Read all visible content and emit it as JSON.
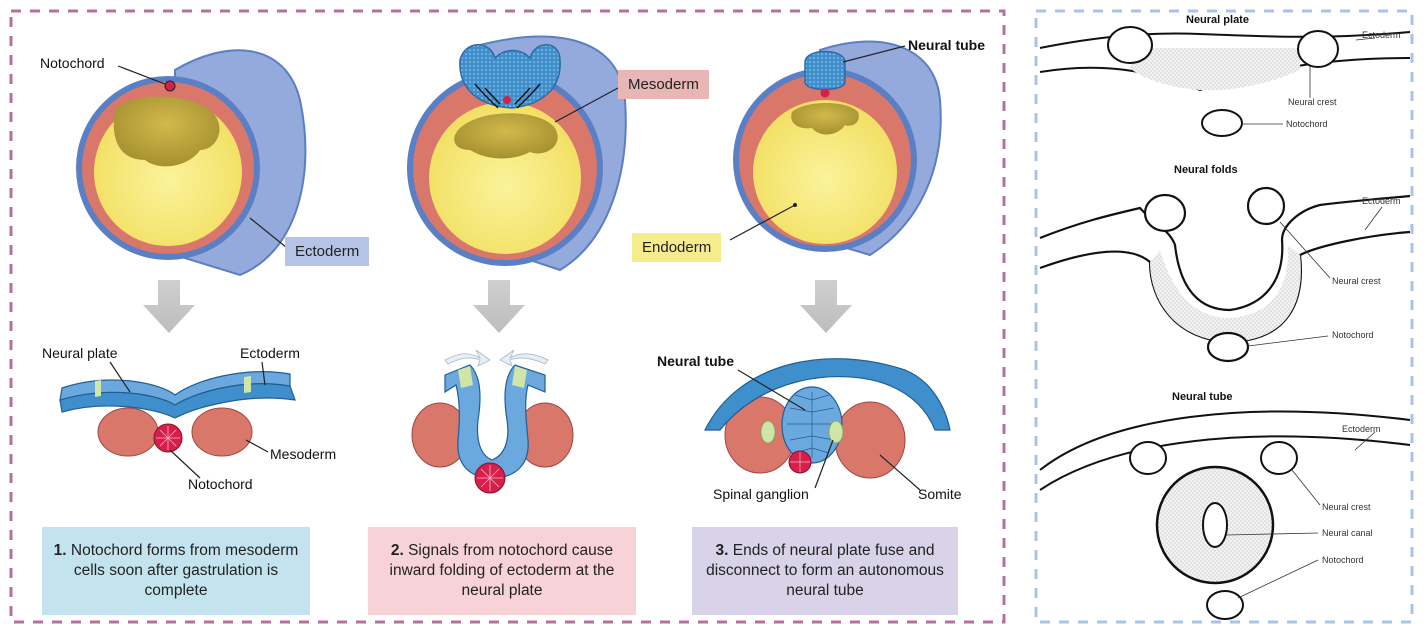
{
  "colors": {
    "ectoderm": "#5b7fc4",
    "ectoderm_fill": "#94a9dc",
    "mesoderm": "#d9776b",
    "endoderm": "#f8eb7c",
    "neural": "#3f8fcd",
    "notochord": "#d61f4a",
    "left_border": "#b5709b",
    "right_border": "#a9c2ec"
  },
  "top_row": {
    "stage1": {
      "notochord_label": "Notochord",
      "ectoderm_tag": "Ectoderm"
    },
    "stage2": {
      "mesoderm_tag": "Mesoderm"
    },
    "stage3": {
      "neural_tube_label": "Neural tube",
      "endoderm_tag": "Endoderm"
    }
  },
  "bottom_row": {
    "stage1": {
      "neural_plate": "Neural plate",
      "ectoderm": "Ectoderm",
      "mesoderm": "Mesoderm",
      "notochord": "Notochord"
    },
    "stage3": {
      "neural_tube": "Neural tube",
      "spinal_ganglion": "Spinal ganglion",
      "somite": "Somite"
    }
  },
  "captions": [
    {
      "num": "1.",
      "text": "Notochord forms from mesoderm cells soon after gastrulation is complete",
      "bg": "#c3e4ee"
    },
    {
      "num": "2.",
      "text": "Signals from notochord cause inward folding of ectoderm at the neural plate",
      "bg": "#f7d3d7"
    },
    {
      "num": "3.",
      "text": "Ends of neural plate fuse and disconnect to form an autonomous neural tube",
      "bg": "#d8d3e8"
    }
  ],
  "right_panel": {
    "plate": {
      "title": "Neural plate",
      "ectoderm": "Ectoderm",
      "neural_crest": "Neural crest",
      "notochord": "Notochord"
    },
    "folds": {
      "title": "Neural folds",
      "ectoderm": "Ectoderm",
      "neural_crest": "Neural crest",
      "notochord": "Notochord"
    },
    "tube": {
      "title": "Neural tube",
      "ectoderm": "Ectoderm",
      "neural_crest": "Neural crest",
      "neural_canal": "Neural canal",
      "notochord": "Notochord"
    }
  }
}
